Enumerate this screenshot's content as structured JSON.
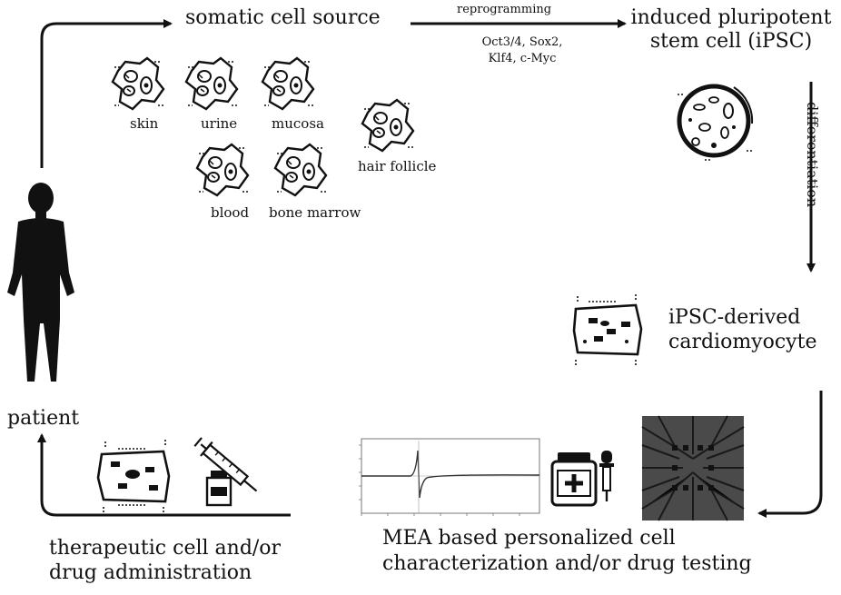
{
  "diagram": {
    "nodes": {
      "somatic_source": "somatic cell source",
      "ipsc": [
        "induced pluripotent",
        "stem cell (iPSC)"
      ],
      "cardiomyocyte": [
        "iPSC-derived",
        "cardiomyocyte"
      ],
      "mea": [
        "MEA based personalized cell",
        "characterization  and/or drug testing"
      ],
      "therapy": [
        "therapeutic cell and/or",
        "drug administration"
      ],
      "patient": "patient"
    },
    "edges": {
      "reprogramming": "reprogramming",
      "factors": [
        "Oct3/4, Sox2,",
        "Klf4, c-Myc"
      ],
      "differentiation": "differentiation"
    },
    "sources": [
      "skin",
      "urine",
      "mucosa",
      "hair follicle",
      "blood",
      "bone marrow"
    ],
    "icons": [
      "human-silhouette-icon",
      "somatic-cell-icon",
      "ipsc-colony-icon",
      "cardiomyocyte-icon",
      "mea-trace-icon",
      "medicine-bottle-icon",
      "dropper-icon",
      "mea-chip-icon",
      "vial-icon",
      "syringe-icon"
    ],
    "colors": {
      "ink": "#111111",
      "background": "#ffffff"
    }
  }
}
